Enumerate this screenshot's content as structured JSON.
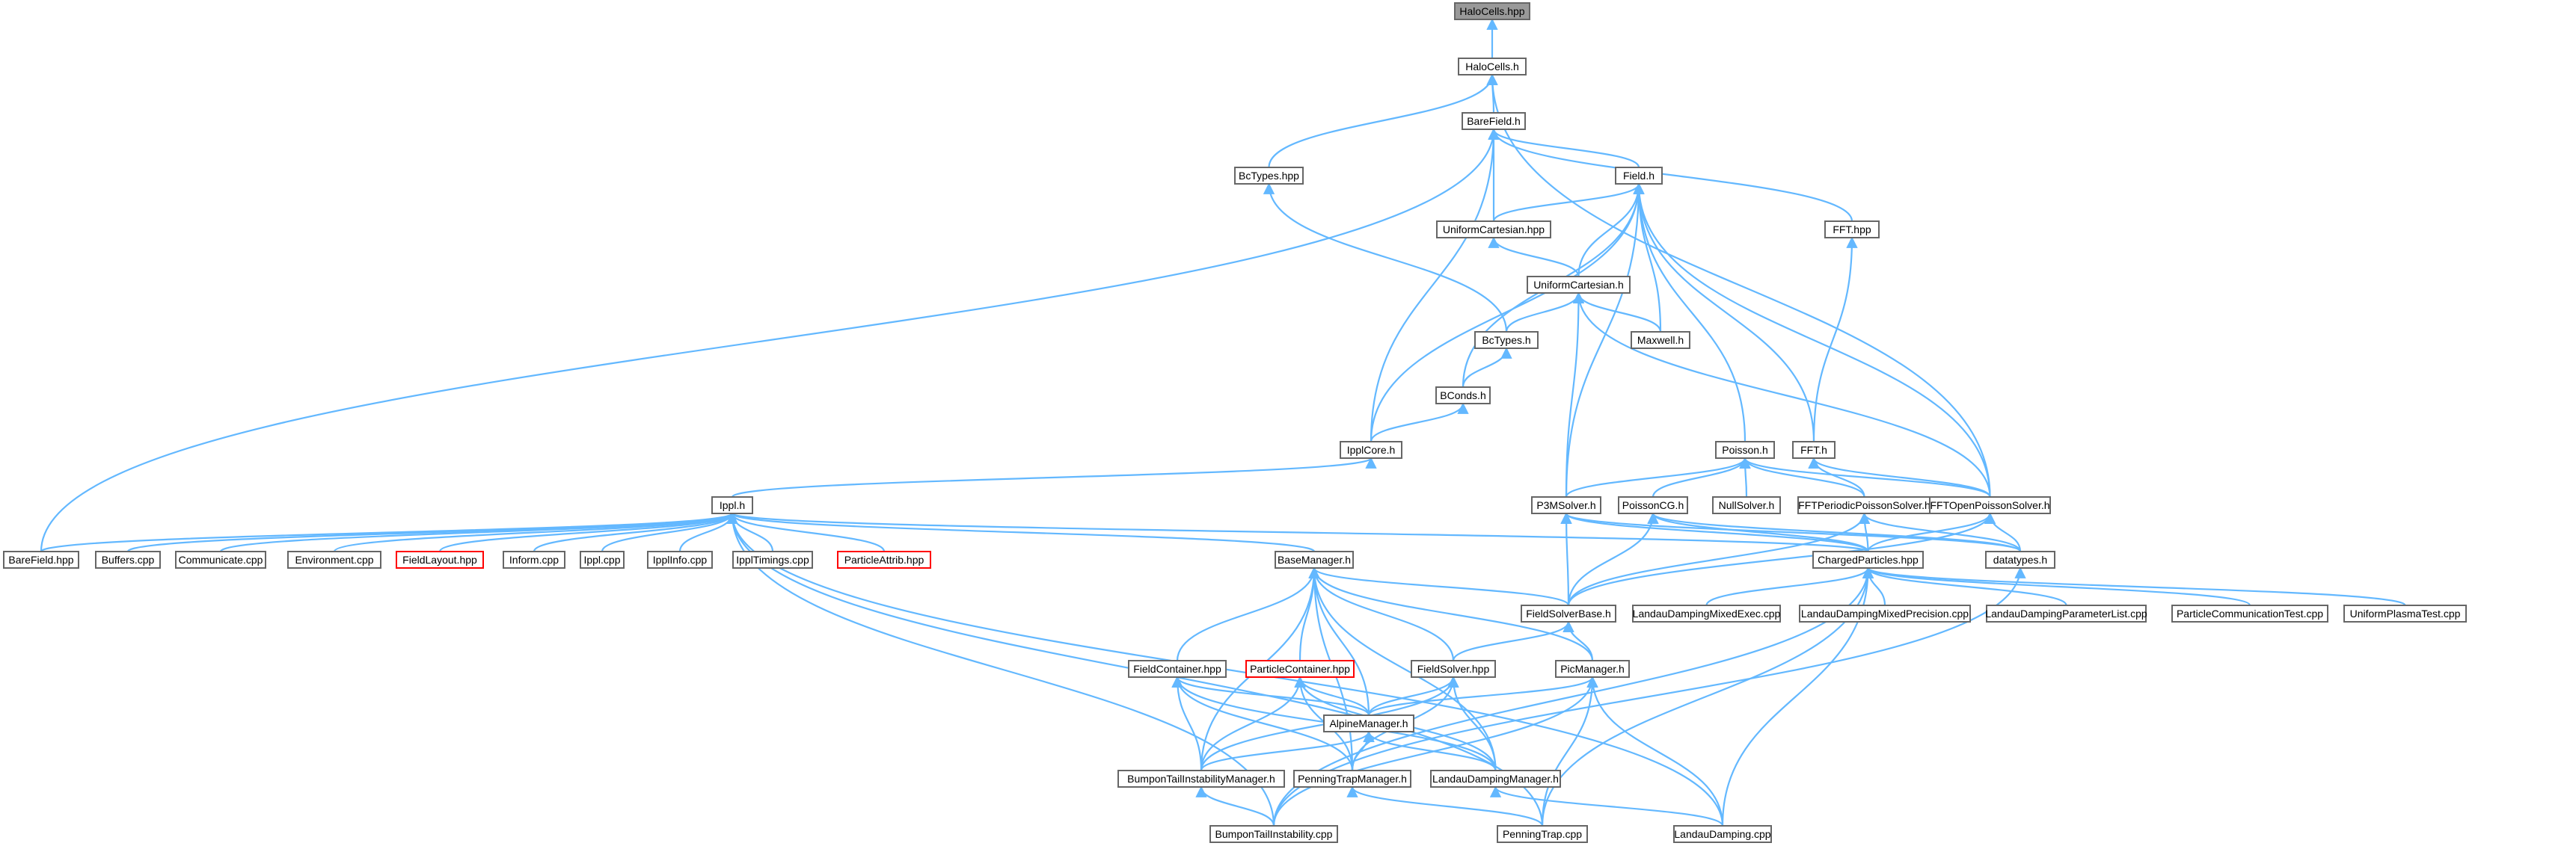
{
  "graph": {
    "style": {
      "edge_color": "#63b8ff",
      "node_border": "#666666",
      "root_fill": "#999999",
      "missing_border": "#ff0000"
    },
    "nodes": [
      {
        "id": "halocells_hpp",
        "label": "HaloCells.hpp",
        "kind": "root"
      },
      {
        "id": "halocells_h",
        "label": "HaloCells.h"
      },
      {
        "id": "barefield_h",
        "label": "BareField.h"
      },
      {
        "id": "bctypes_hpp",
        "label": "BcTypes.hpp"
      },
      {
        "id": "field_h",
        "label": "Field.h"
      },
      {
        "id": "fft_hpp",
        "label": "FFT.hpp"
      },
      {
        "id": "uniformcartesian_hpp",
        "label": "UniformCartesian.hpp"
      },
      {
        "id": "uniformcartesian_h",
        "label": "UniformCartesian.h"
      },
      {
        "id": "bctypes_h",
        "label": "BcTypes.h"
      },
      {
        "id": "maxwell_h",
        "label": "Maxwell.h"
      },
      {
        "id": "bconds_h",
        "label": "BConds.h"
      },
      {
        "id": "ipplcore_h",
        "label": "IpplCore.h"
      },
      {
        "id": "poisson_h",
        "label": "Poisson.h"
      },
      {
        "id": "fft_h",
        "label": "FFT.h"
      },
      {
        "id": "ippl_h",
        "label": "Ippl.h"
      },
      {
        "id": "p3msolver_h",
        "label": "P3MSolver.h"
      },
      {
        "id": "poissoncg_h",
        "label": "PoissonCG.h"
      },
      {
        "id": "nullsolver_h",
        "label": "NullSolver.h"
      },
      {
        "id": "fftperiodic_h",
        "label": "FFTPeriodicPoissonSolver.h"
      },
      {
        "id": "fftopen_h",
        "label": "FFTOpenPoissonSolver.h"
      },
      {
        "id": "barefield_hpp",
        "label": "BareField.hpp"
      },
      {
        "id": "buffers_cpp",
        "label": "Buffers.cpp"
      },
      {
        "id": "communicate_cpp",
        "label": "Communicate.cpp"
      },
      {
        "id": "environment_cpp",
        "label": "Environment.cpp"
      },
      {
        "id": "fieldlayout_hpp",
        "label": "FieldLayout.hpp",
        "kind": "missing"
      },
      {
        "id": "inform_cpp",
        "label": "Inform.cpp"
      },
      {
        "id": "ippl_cpp",
        "label": "Ippl.cpp"
      },
      {
        "id": "ipplinfo_cpp",
        "label": "IpplInfo.cpp"
      },
      {
        "id": "ippltimings_cpp",
        "label": "IpplTimings.cpp"
      },
      {
        "id": "particleattrib_hpp",
        "label": "ParticleAttrib.hpp",
        "kind": "missing"
      },
      {
        "id": "basemanager_h",
        "label": "BaseManager.h"
      },
      {
        "id": "chargedparticles_hpp",
        "label": "ChargedParticles.hpp"
      },
      {
        "id": "datatypes_h",
        "label": "datatypes.h"
      },
      {
        "id": "fieldsolverbase_h",
        "label": "FieldSolverBase.h"
      },
      {
        "id": "landau_mixedexec",
        "label": "LandauDampingMixedExec.cpp"
      },
      {
        "id": "landau_mixedprec",
        "label": "LandauDampingMixedPrecision.cpp"
      },
      {
        "id": "landau_paramlist",
        "label": "LandauDampingParameterList.cpp"
      },
      {
        "id": "particlecomm_cpp",
        "label": "ParticleCommunicationTest.cpp"
      },
      {
        "id": "uniformplasma_cpp",
        "label": "UniformPlasmaTest.cpp"
      },
      {
        "id": "fieldcontainer_hpp",
        "label": "FieldContainer.hpp"
      },
      {
        "id": "particlecontainer_hpp",
        "label": "ParticleContainer.hpp",
        "kind": "missing"
      },
      {
        "id": "fieldsolver_hpp",
        "label": "FieldSolver.hpp"
      },
      {
        "id": "picmanager_h",
        "label": "PicManager.h"
      },
      {
        "id": "alpinemanager_h",
        "label": "AlpineManager.h"
      },
      {
        "id": "bumpon_manager_h",
        "label": "BumponTailInstabilityManager.h"
      },
      {
        "id": "penning_manager_h",
        "label": "PenningTrapManager.h"
      },
      {
        "id": "landau_manager_h",
        "label": "LandauDampingManager.h"
      },
      {
        "id": "bumpon_cpp",
        "label": "BumponTailInstability.cpp"
      },
      {
        "id": "penning_cpp",
        "label": "PenningTrap.cpp"
      },
      {
        "id": "landau_cpp",
        "label": "LandauDamping.cpp"
      }
    ],
    "edges": [
      [
        "halocells_h",
        "halocells_hpp"
      ],
      [
        "barefield_h",
        "halocells_h"
      ],
      [
        "bctypes_hpp",
        "halocells_h"
      ],
      [
        "fftopen_h",
        "halocells_h"
      ],
      [
        "field_h",
        "barefield_h"
      ],
      [
        "uniformcartesian_hpp",
        "barefield_h"
      ],
      [
        "fft_hpp",
        "barefield_h"
      ],
      [
        "ipplcore_h",
        "barefield_h"
      ],
      [
        "barefield_hpp",
        "barefield_h"
      ],
      [
        "bctypes_h",
        "bctypes_hpp"
      ],
      [
        "uniformcartesian_hpp",
        "field_h"
      ],
      [
        "uniformcartesian_h",
        "field_h"
      ],
      [
        "maxwell_h",
        "field_h"
      ],
      [
        "bconds_h",
        "field_h"
      ],
      [
        "ipplcore_h",
        "field_h"
      ],
      [
        "poisson_h",
        "field_h"
      ],
      [
        "fft_h",
        "field_h"
      ],
      [
        "fftopen_h",
        "field_h"
      ],
      [
        "p3msolver_h",
        "field_h"
      ],
      [
        "uniformcartesian_h",
        "uniformcartesian_hpp"
      ],
      [
        "fft_h",
        "fft_hpp"
      ],
      [
        "bctypes_h",
        "uniformcartesian_h"
      ],
      [
        "maxwell_h",
        "uniformcartesian_h"
      ],
      [
        "p3msolver_h",
        "uniformcartesian_h"
      ],
      [
        "fftopen_h",
        "uniformcartesian_h"
      ],
      [
        "bconds_h",
        "bctypes_h"
      ],
      [
        "ipplcore_h",
        "bconds_h"
      ],
      [
        "ippl_h",
        "ipplcore_h"
      ],
      [
        "p3msolver_h",
        "poisson_h"
      ],
      [
        "poissoncg_h",
        "poisson_h"
      ],
      [
        "nullsolver_h",
        "poisson_h"
      ],
      [
        "fftperiodic_h",
        "poisson_h"
      ],
      [
        "fftopen_h",
        "poisson_h"
      ],
      [
        "fftperiodic_h",
        "fft_h"
      ],
      [
        "fftopen_h",
        "fft_h"
      ],
      [
        "barefield_hpp",
        "ippl_h"
      ],
      [
        "buffers_cpp",
        "ippl_h"
      ],
      [
        "communicate_cpp",
        "ippl_h"
      ],
      [
        "environment_cpp",
        "ippl_h"
      ],
      [
        "fieldlayout_hpp",
        "ippl_h"
      ],
      [
        "inform_cpp",
        "ippl_h"
      ],
      [
        "ippl_cpp",
        "ippl_h"
      ],
      [
        "ipplinfo_cpp",
        "ippl_h"
      ],
      [
        "ippltimings_cpp",
        "ippl_h"
      ],
      [
        "particleattrib_hpp",
        "ippl_h"
      ],
      [
        "basemanager_h",
        "ippl_h"
      ],
      [
        "chargedparticles_hpp",
        "ippl_h"
      ],
      [
        "bumpon_cpp",
        "ippl_h"
      ],
      [
        "penning_cpp",
        "ippl_h"
      ],
      [
        "landau_cpp",
        "ippl_h"
      ],
      [
        "fieldsolverbase_h",
        "p3msolver_h"
      ],
      [
        "chargedparticles_hpp",
        "p3msolver_h"
      ],
      [
        "datatypes_h",
        "p3msolver_h"
      ],
      [
        "fieldsolverbase_h",
        "poissoncg_h"
      ],
      [
        "chargedparticles_hpp",
        "poissoncg_h"
      ],
      [
        "datatypes_h",
        "poissoncg_h"
      ],
      [
        "fieldsolverbase_h",
        "fftperiodic_h"
      ],
      [
        "chargedparticles_hpp",
        "fftperiodic_h"
      ],
      [
        "datatypes_h",
        "fftperiodic_h"
      ],
      [
        "fieldsolverbase_h",
        "fftopen_h"
      ],
      [
        "chargedparticles_hpp",
        "fftopen_h"
      ],
      [
        "datatypes_h",
        "fftopen_h"
      ],
      [
        "fieldsolverbase_h",
        "basemanager_h"
      ],
      [
        "fieldcontainer_hpp",
        "basemanager_h"
      ],
      [
        "particlecontainer_hpp",
        "basemanager_h"
      ],
      [
        "fieldsolver_hpp",
        "basemanager_h"
      ],
      [
        "picmanager_h",
        "basemanager_h"
      ],
      [
        "alpinemanager_h",
        "basemanager_h"
      ],
      [
        "bumpon_manager_h",
        "basemanager_h"
      ],
      [
        "penning_manager_h",
        "basemanager_h"
      ],
      [
        "landau_manager_h",
        "basemanager_h"
      ],
      [
        "landau_mixedexec",
        "chargedparticles_hpp"
      ],
      [
        "landau_mixedprec",
        "chargedparticles_hpp"
      ],
      [
        "landau_paramlist",
        "chargedparticles_hpp"
      ],
      [
        "particlecomm_cpp",
        "chargedparticles_hpp"
      ],
      [
        "uniformplasma_cpp",
        "chargedparticles_hpp"
      ],
      [
        "bumpon_cpp",
        "chargedparticles_hpp"
      ],
      [
        "penning_cpp",
        "chargedparticles_hpp"
      ],
      [
        "landau_cpp",
        "chargedparticles_hpp"
      ],
      [
        "bumpon_cpp",
        "datatypes_h"
      ],
      [
        "fieldsolver_hpp",
        "fieldsolverbase_h"
      ],
      [
        "picmanager_h",
        "fieldsolverbase_h"
      ],
      [
        "alpinemanager_h",
        "fieldcontainer_hpp"
      ],
      [
        "bumpon_manager_h",
        "fieldcontainer_hpp"
      ],
      [
        "penning_manager_h",
        "fieldcontainer_hpp"
      ],
      [
        "landau_manager_h",
        "fieldcontainer_hpp"
      ],
      [
        "alpinemanager_h",
        "particlecontainer_hpp"
      ],
      [
        "bumpon_manager_h",
        "particlecontainer_hpp"
      ],
      [
        "penning_manager_h",
        "particlecontainer_hpp"
      ],
      [
        "landau_manager_h",
        "particlecontainer_hpp"
      ],
      [
        "alpinemanager_h",
        "fieldsolver_hpp"
      ],
      [
        "bumpon_manager_h",
        "fieldsolver_hpp"
      ],
      [
        "penning_manager_h",
        "fieldsolver_hpp"
      ],
      [
        "landau_manager_h",
        "fieldsolver_hpp"
      ],
      [
        "alpinemanager_h",
        "picmanager_h"
      ],
      [
        "bumpon_cpp",
        "picmanager_h"
      ],
      [
        "penning_cpp",
        "picmanager_h"
      ],
      [
        "landau_cpp",
        "picmanager_h"
      ],
      [
        "bumpon_manager_h",
        "alpinemanager_h"
      ],
      [
        "penning_manager_h",
        "alpinemanager_h"
      ],
      [
        "landau_manager_h",
        "alpinemanager_h"
      ],
      [
        "bumpon_cpp",
        "bumpon_manager_h"
      ],
      [
        "penning_cpp",
        "penning_manager_h"
      ],
      [
        "landau_cpp",
        "landau_manager_h"
      ]
    ]
  }
}
